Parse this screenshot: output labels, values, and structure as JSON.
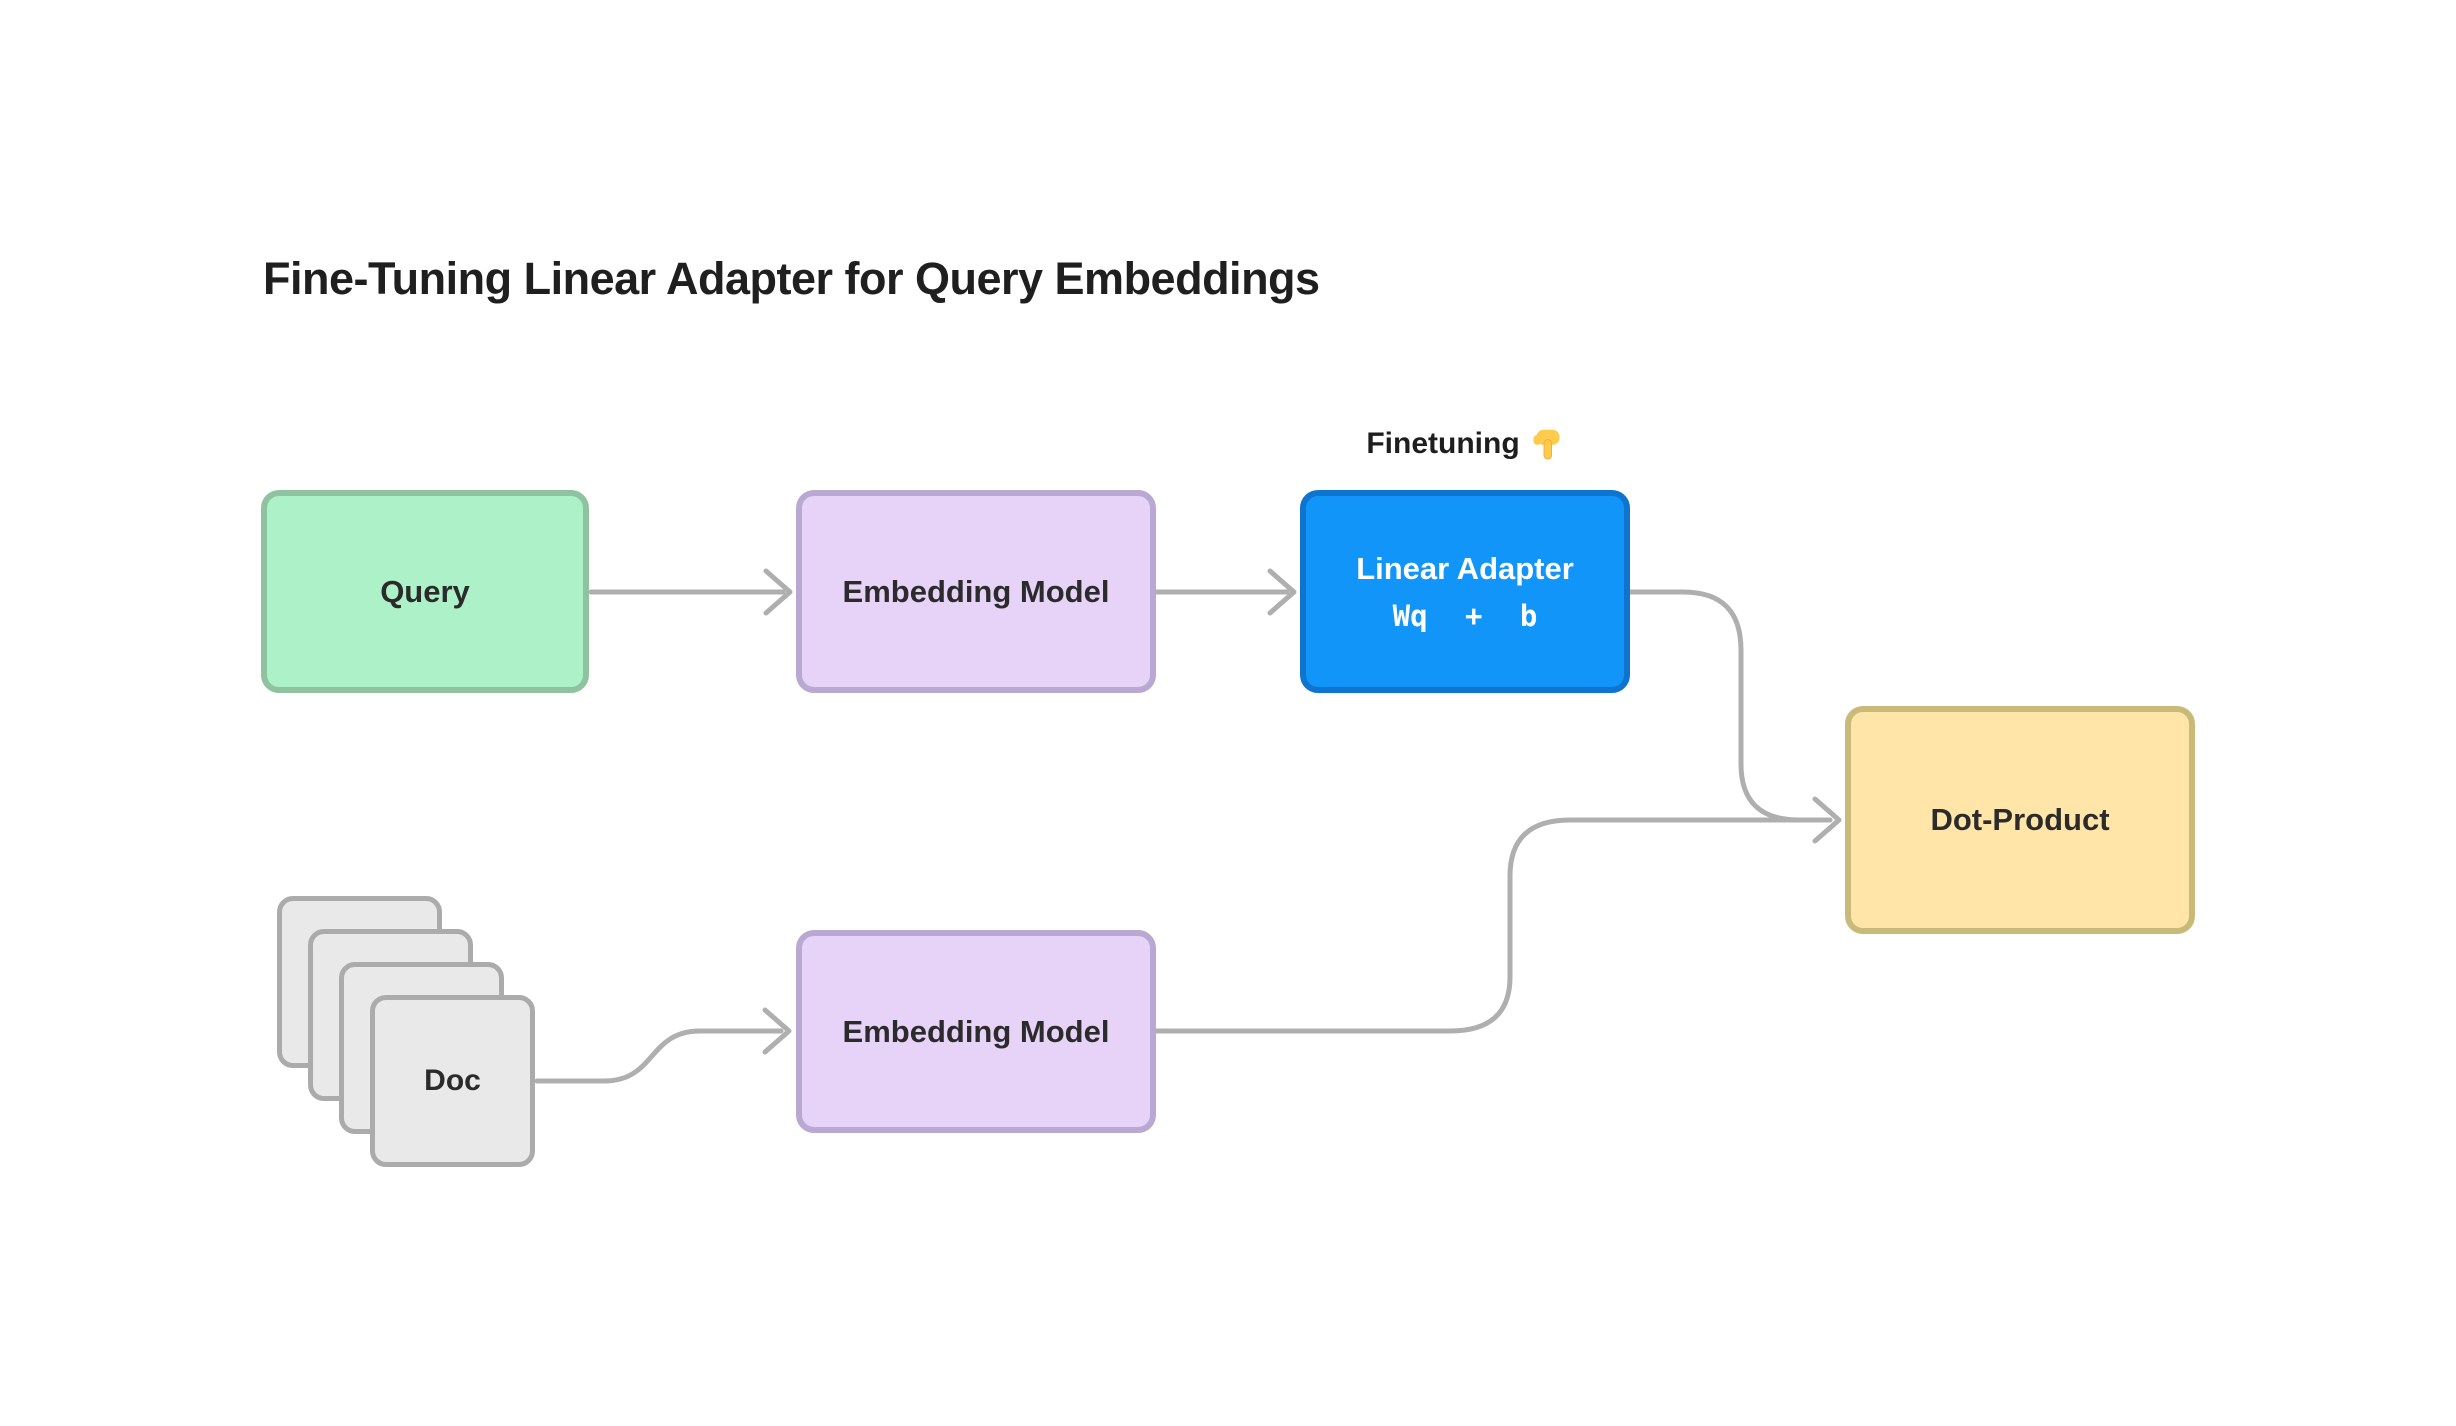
{
  "title": "Fine-Tuning Linear Adapter for Query Embeddings",
  "annotation": {
    "label": "Finetuning",
    "icon": "pointing-down-emoji"
  },
  "nodes": {
    "query": {
      "label": "Query",
      "fill": "#ACF1C7",
      "border": "#8FC3A0"
    },
    "embedding_model_top": {
      "label": "Embedding Model",
      "fill": "#E7D2F8",
      "border": "#B9A8D2"
    },
    "linear_adapter": {
      "label": "Linear Adapter",
      "formula": "Wq + b",
      "fill": "#1295F8",
      "border": "#0E74D0",
      "text_color": "#FFFFFF"
    },
    "dot_product": {
      "label": "Dot-Product",
      "fill": "#FFE6A8",
      "border": "#C9BA79"
    },
    "doc": {
      "label": "Doc",
      "stack_count": 4,
      "fill": "#E9E9E9",
      "border": "#ABABAB"
    },
    "embedding_model_bottom": {
      "label": "Embedding Model",
      "fill": "#E7D2F8",
      "border": "#B9A8D2"
    }
  },
  "edges": [
    {
      "from": "query",
      "to": "embedding_model_top"
    },
    {
      "from": "embedding_model_top",
      "to": "linear_adapter"
    },
    {
      "from": "linear_adapter",
      "to": "dot_product"
    },
    {
      "from": "doc",
      "to": "embedding_model_bottom"
    },
    {
      "from": "embedding_model_bottom",
      "to": "dot_product"
    }
  ],
  "palette": {
    "background": "#FFFFFF",
    "arrow": "#AFAFAF",
    "title_text": "#1F1F1F",
    "label_text": "#2B2B2B",
    "emoji_yellow": "#FFCB4C"
  }
}
